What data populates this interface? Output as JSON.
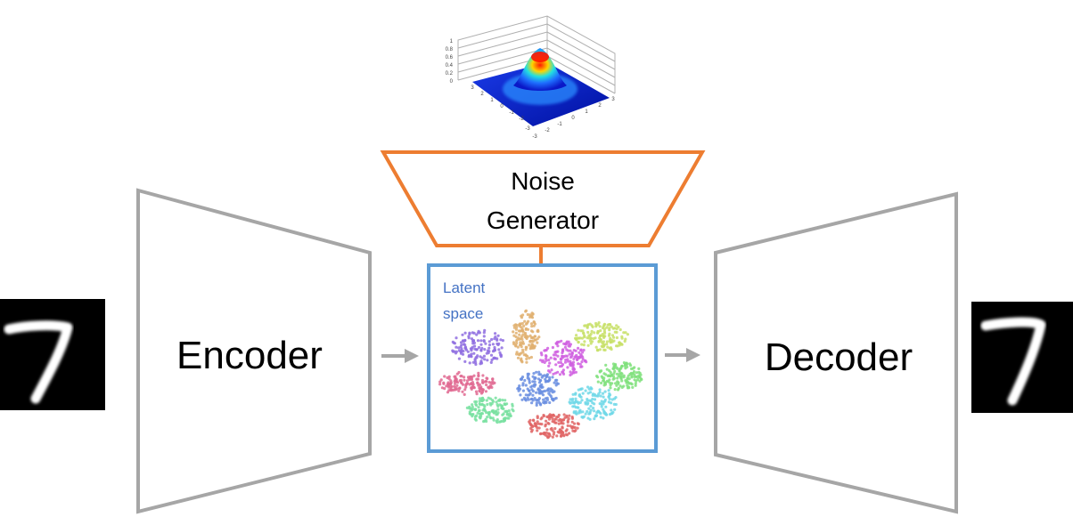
{
  "encoder": {
    "label": "Encoder"
  },
  "decoder": {
    "label": "Decoder"
  },
  "noise_generator": {
    "line1": "Noise",
    "line2": "Generator"
  },
  "latent": {
    "line1": "Latent",
    "line2": "space"
  },
  "input_digit": {
    "glyph": "7"
  },
  "output_digit": {
    "glyph": "7"
  },
  "gaussian_plot": {
    "z_ticks": [
      "1",
      "0.8",
      "0.6",
      "0.4",
      "0.2",
      "0"
    ],
    "x_ticks": [
      "-3",
      "-2",
      "-1",
      "0",
      "1",
      "2",
      "3"
    ],
    "y_ticks": [
      "3",
      "2",
      "1",
      "0",
      "-1",
      "-2",
      "-3"
    ]
  },
  "colors": {
    "encoder_decoder_stroke": "#a6a6a6",
    "noise_generator_stroke": "#ed7d31",
    "latent_box_stroke": "#5b9bd5",
    "latent_label": "#4472c4",
    "arrow_gray": "#a6a6a6"
  }
}
